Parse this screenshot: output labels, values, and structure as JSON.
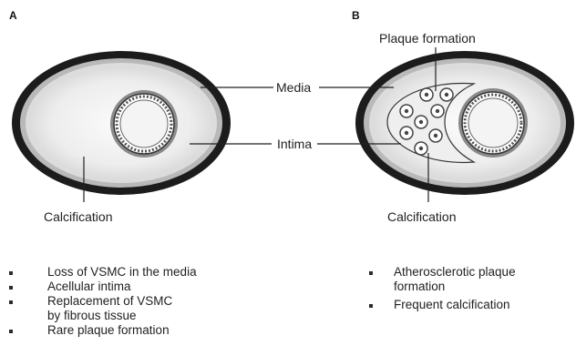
{
  "panels": {
    "a": {
      "letter": "A",
      "calcification_label": "Calcification"
    },
    "b": {
      "letter": "B",
      "plaque_label": "Plaque formation",
      "calcification_label": "Calcification"
    }
  },
  "shared_labels": {
    "media": "Media",
    "intima": "Intima"
  },
  "bullets_a": [
    "Loss of VSMC in the media",
    "Acellular intima",
    "Replacement of VSMC",
    "by fibrous tissue",
    "Rare plaque formation"
  ],
  "bullets_b": [
    "Atherosclerotic plaque",
    "formation",
    "Frequent calcification"
  ],
  "colors": {
    "outer_wall": "#1a1a1a",
    "media_band": "#bdbdbd",
    "intima_fill": "#f0f0f0",
    "ink": "#222222"
  }
}
